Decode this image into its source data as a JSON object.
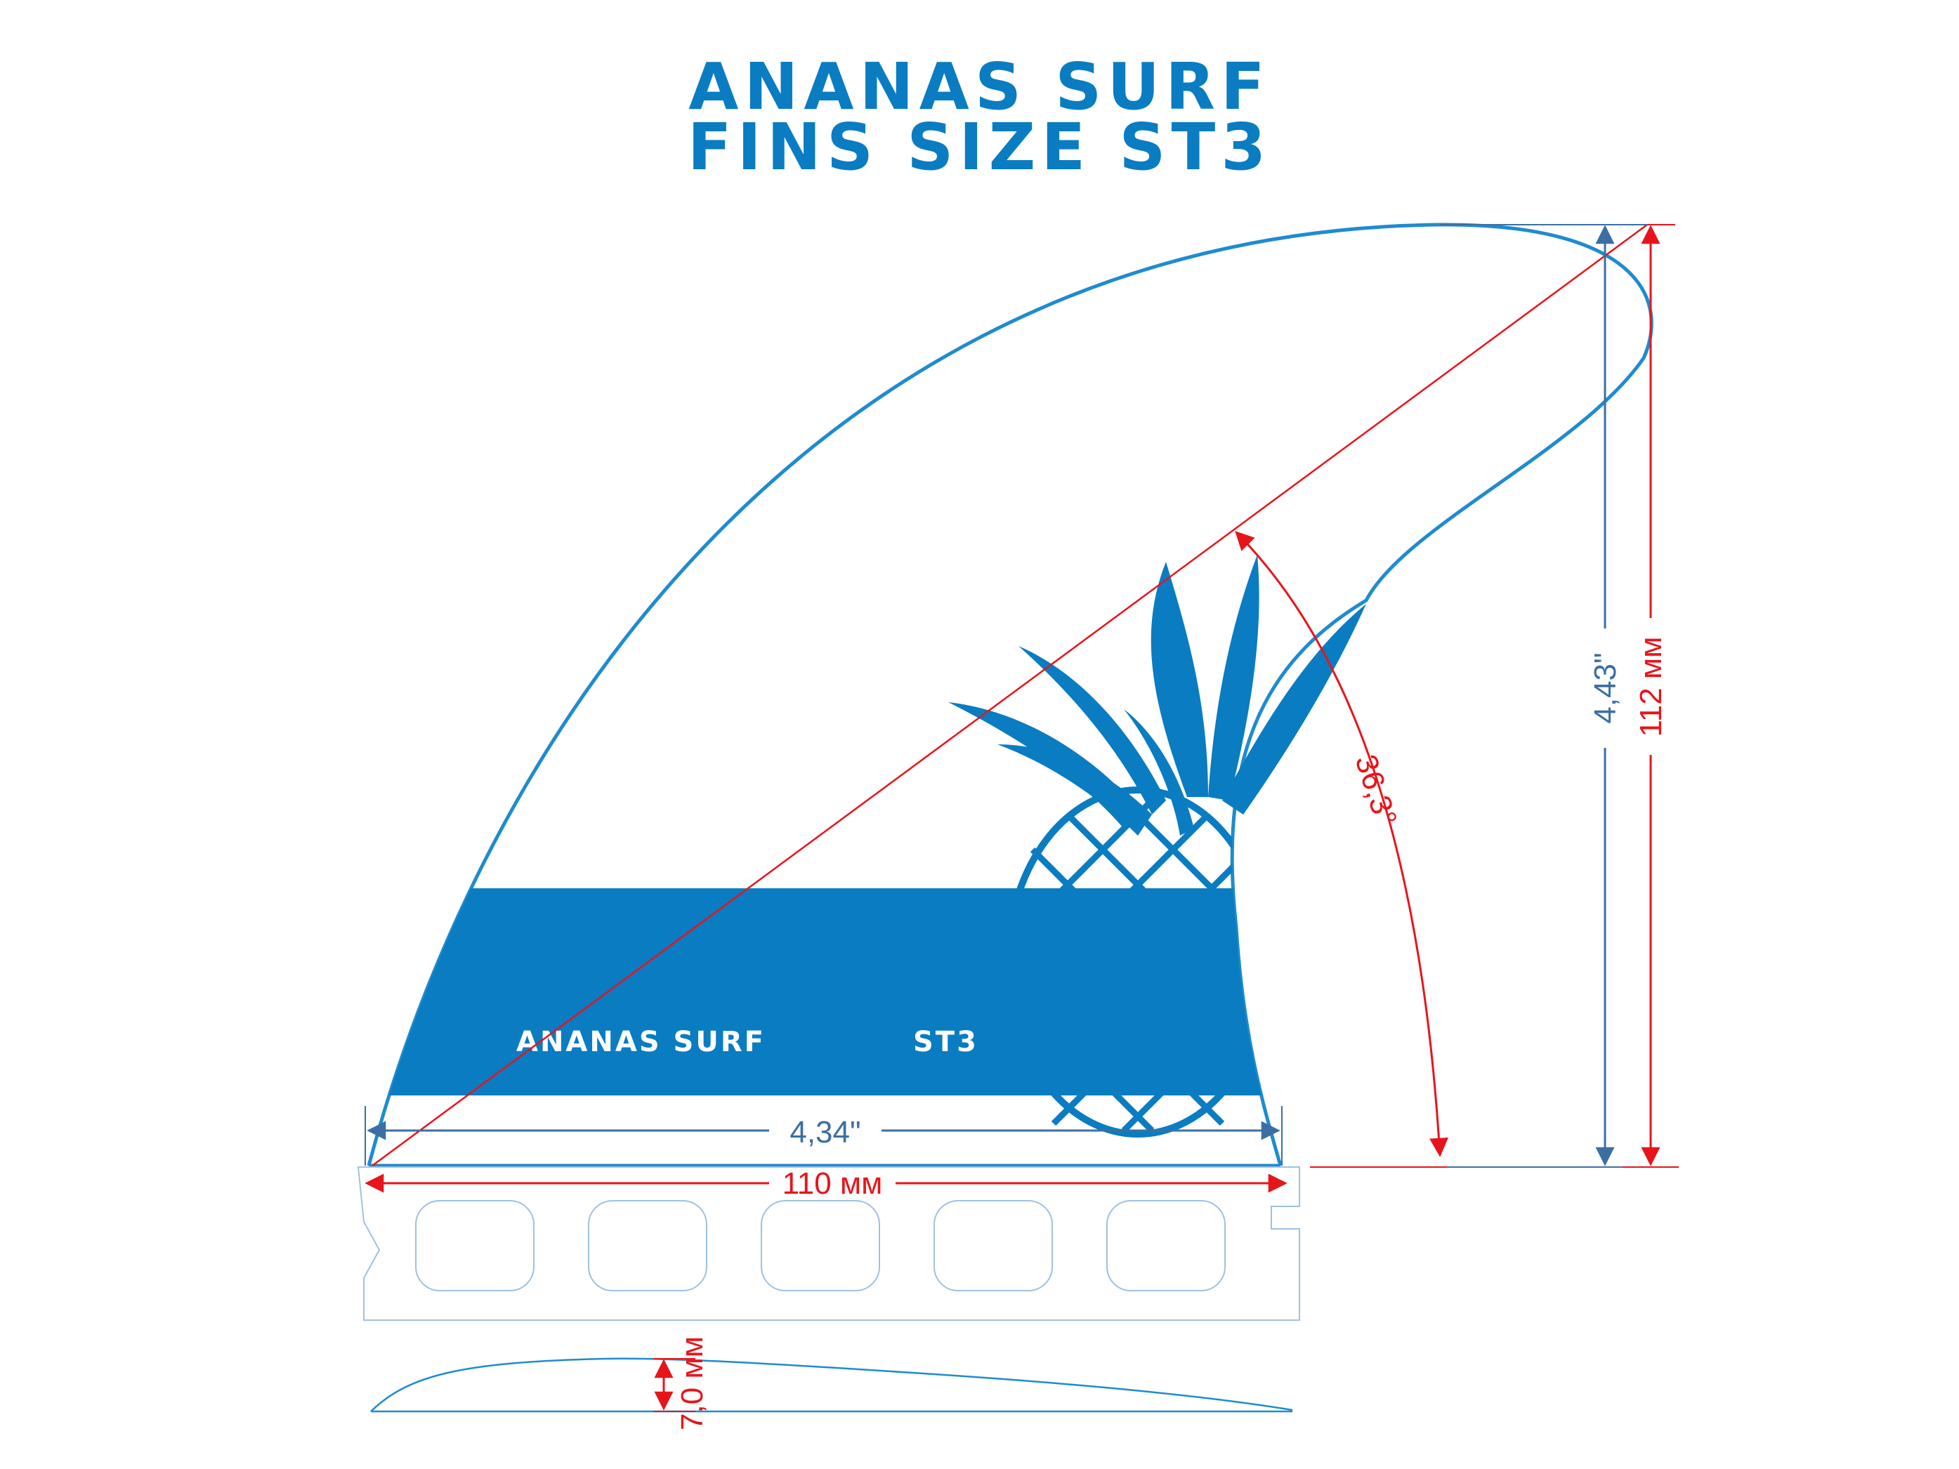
{
  "title": {
    "line1": "ANANAS SURF",
    "line2": "FINS SIZE ST3"
  },
  "band": {
    "brand": "ANANAS SURF",
    "model": "ST3"
  },
  "dimensions": {
    "base_inch": "4,34\"",
    "base_mm": "110 мм",
    "height_inch": "4,43\"",
    "height_mm": "112 мм",
    "angle": "36,3°",
    "thickness": "7,0 мм"
  },
  "colors": {
    "brand_blue": "#0a7cc2",
    "dim_blue": "#3b6fa3",
    "dim_red": "#e8141b",
    "outline": "#1f8bd0"
  }
}
